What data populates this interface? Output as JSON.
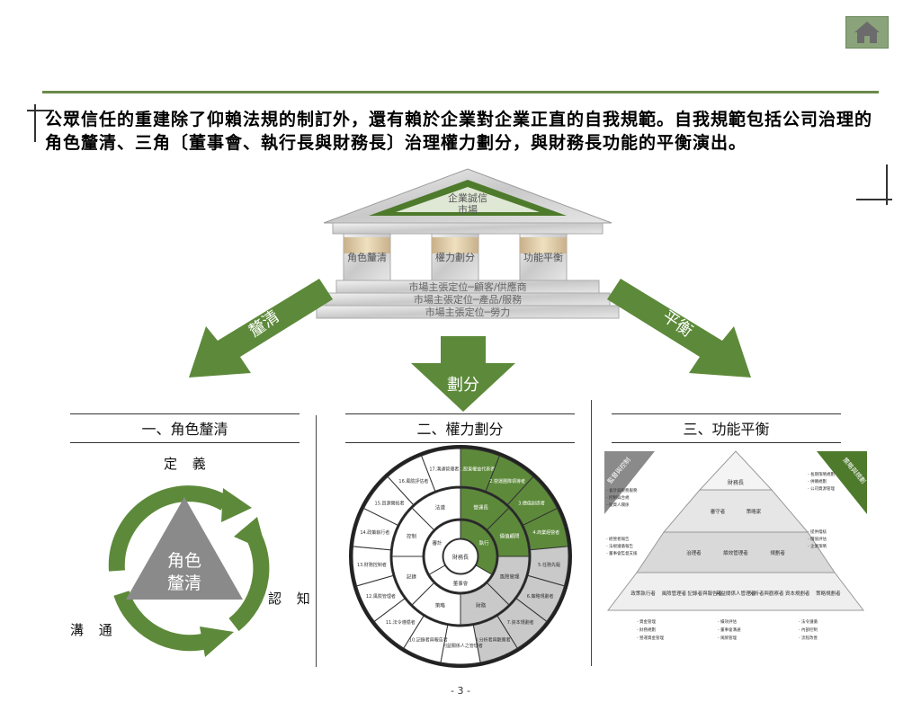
{
  "intro_text": "公眾信任的重建除了仰賴法規的制訂外，還有賴於企業對企業正直的自我規範。自我規範包括公司治理的角色釐清、三角〔董事會、執行長與財務長〕治理權力劃分，與財務長功能的平衡演出。",
  "temple": {
    "roof_lines": [
      "企業誠信",
      "市場"
    ],
    "pillars": [
      "角色釐清",
      "權力劃分",
      "功能平衡"
    ],
    "steps": [
      "市場主張定位─顧客/供應商",
      "市場主張定位─產品/服務",
      "市場主張定位─勞力"
    ]
  },
  "arrows": {
    "left": "釐清",
    "center": "劃分",
    "right": "平衡"
  },
  "sections": {
    "one": {
      "title": "一、角色釐清",
      "center": [
        "角色",
        "釐清"
      ],
      "labels": {
        "define": "定 義",
        "recognize": "認 知",
        "communicate": "溝 通"
      }
    },
    "two": {
      "title": "二、權力劃分",
      "center_label": "財務長",
      "outer_segments": [
        "1.股東權益代表者",
        "2.營運團隊領導者",
        "3.價值創造者",
        "4.商業經營者",
        "5.任務先驅",
        "6.策略規劃者",
        "7.資本規劃者",
        "8.分析者與觀察者",
        "9.利益關係人之管理者",
        "10.記錄者與報告者",
        "11.法令遵循者",
        "12.風險管理者",
        "13.財務控制者",
        "14.政策執行者",
        "15.資源開拓者",
        "16.風險評估者",
        "17.溝通管理者"
      ],
      "middle_segments": [
        "營運長",
        "價值顧問",
        "風險管理",
        "財務",
        "策略",
        "記錄",
        "控制",
        "法遵"
      ],
      "inner_segments": [
        "執行",
        "董事會",
        "審計"
      ]
    },
    "three": {
      "title": "三、功能平衡",
      "pyramid": {
        "top": "財務長",
        "row2": [
          "審守者",
          "策略家"
        ],
        "row3": [
          "治理者",
          "績效管理者",
          "規劃者"
        ],
        "row4": [
          "政策執行者",
          "風險管理者",
          "記錄者與報告者",
          "利益關係人管理者",
          "分析者與觀察者",
          "資本規劃者",
          "策略規劃者"
        ]
      },
      "corner_left": "監督與控制",
      "corner_right": "策略與規劃",
      "notes_left": [
        "- 會計與稅務服務",
        "- 控制與合規",
        "- 投資人關係",
        "- 經營者報告",
        "- 法規遵循報告",
        "- 董事會監督支援"
      ],
      "notes_right": [
        "- 長期策略規劃",
        "- 併購規劃",
        "- 公司資源管理",
        "- 提供稽核",
        "- 價值評估",
        "- 企業策略"
      ],
      "notes_bottom": [
        "- 資金管理",
        "- 財務規劃",
        "- 營運資金管理",
        "- 績效評估",
        "- 董事會溝通",
        "- 風險管理",
        "- 法令遵循",
        "- 內部控制",
        "- 流程改善"
      ]
    }
  },
  "page_number": "- 3 -",
  "colors": {
    "green_dark": "#4e7a2c",
    "green_mid": "#5d8a3a",
    "green_light": "#8aa37a",
    "gray": "#8a8a8a"
  }
}
